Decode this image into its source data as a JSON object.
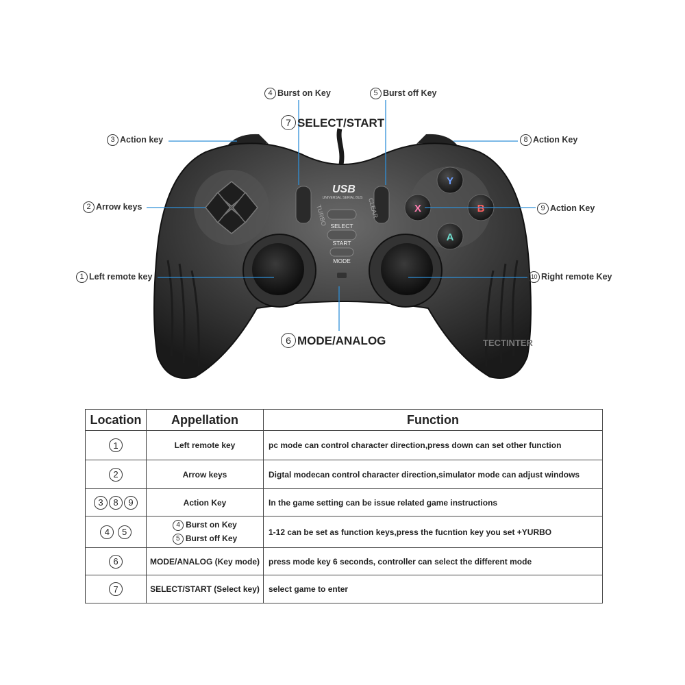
{
  "watermark": "TECTINTER",
  "controller_text": {
    "usb": "USB",
    "usb_sub": "UNIVERSAL SERIAL BUS",
    "turbo": "TURBO",
    "clear": "CLEAR",
    "select": "SELECT",
    "start": "START",
    "mode": "MODE",
    "y": "Y",
    "x": "X",
    "b": "B",
    "a": "A"
  },
  "callouts": {
    "burst_on": {
      "num": "4",
      "text": "Burst on Key"
    },
    "burst_off": {
      "num": "5",
      "text": "Burst off Key"
    },
    "select_start": {
      "num": "7",
      "text": "SELECT/START"
    },
    "action_left": {
      "num": "3",
      "text": "Action key"
    },
    "action_right": {
      "num": "8",
      "text": "Action Key"
    },
    "arrow": {
      "num": "2",
      "text": "Arrow keys"
    },
    "action_face": {
      "num": "9",
      "text": "Action Key"
    },
    "left_remote": {
      "num": "1",
      "text": "Left remote key"
    },
    "right_remote": {
      "num": "10",
      "text": "Right remote Key"
    },
    "mode_analog": {
      "num": "6",
      "text": "MODE/ANALOG"
    }
  },
  "table": {
    "headers": [
      "Location",
      "Appellation",
      "Function"
    ],
    "rows": [
      {
        "loc": [
          "1"
        ],
        "name": "Left remote key",
        "func": "pc mode can control character direction,press down can set other function"
      },
      {
        "loc": [
          "2"
        ],
        "name": "Arrow keys",
        "func": "Digtal modecan control character direction,simulator mode can adjust windows"
      },
      {
        "loc": [
          "3",
          "8",
          "9"
        ],
        "name": "Action Key",
        "func": "In the game setting can be issue related game instructions"
      },
      {
        "loc": [
          "4",
          "5"
        ],
        "name_multi": [
          {
            "num": "4",
            "text": "Burst on Key"
          },
          {
            "num": "5",
            "text": "Burst off Key"
          }
        ],
        "func": "1-12 can be set as function keys,press the fucntion key you set +YURBO"
      },
      {
        "loc": [
          "6"
        ],
        "name": "MODE/ANALOG (Key mode)",
        "func": "press mode key 6 seconds, controller can select the different mode"
      },
      {
        "loc": [
          "7"
        ],
        "name": "SELECT/START (Select key)",
        "func": "select game to enter"
      }
    ]
  }
}
